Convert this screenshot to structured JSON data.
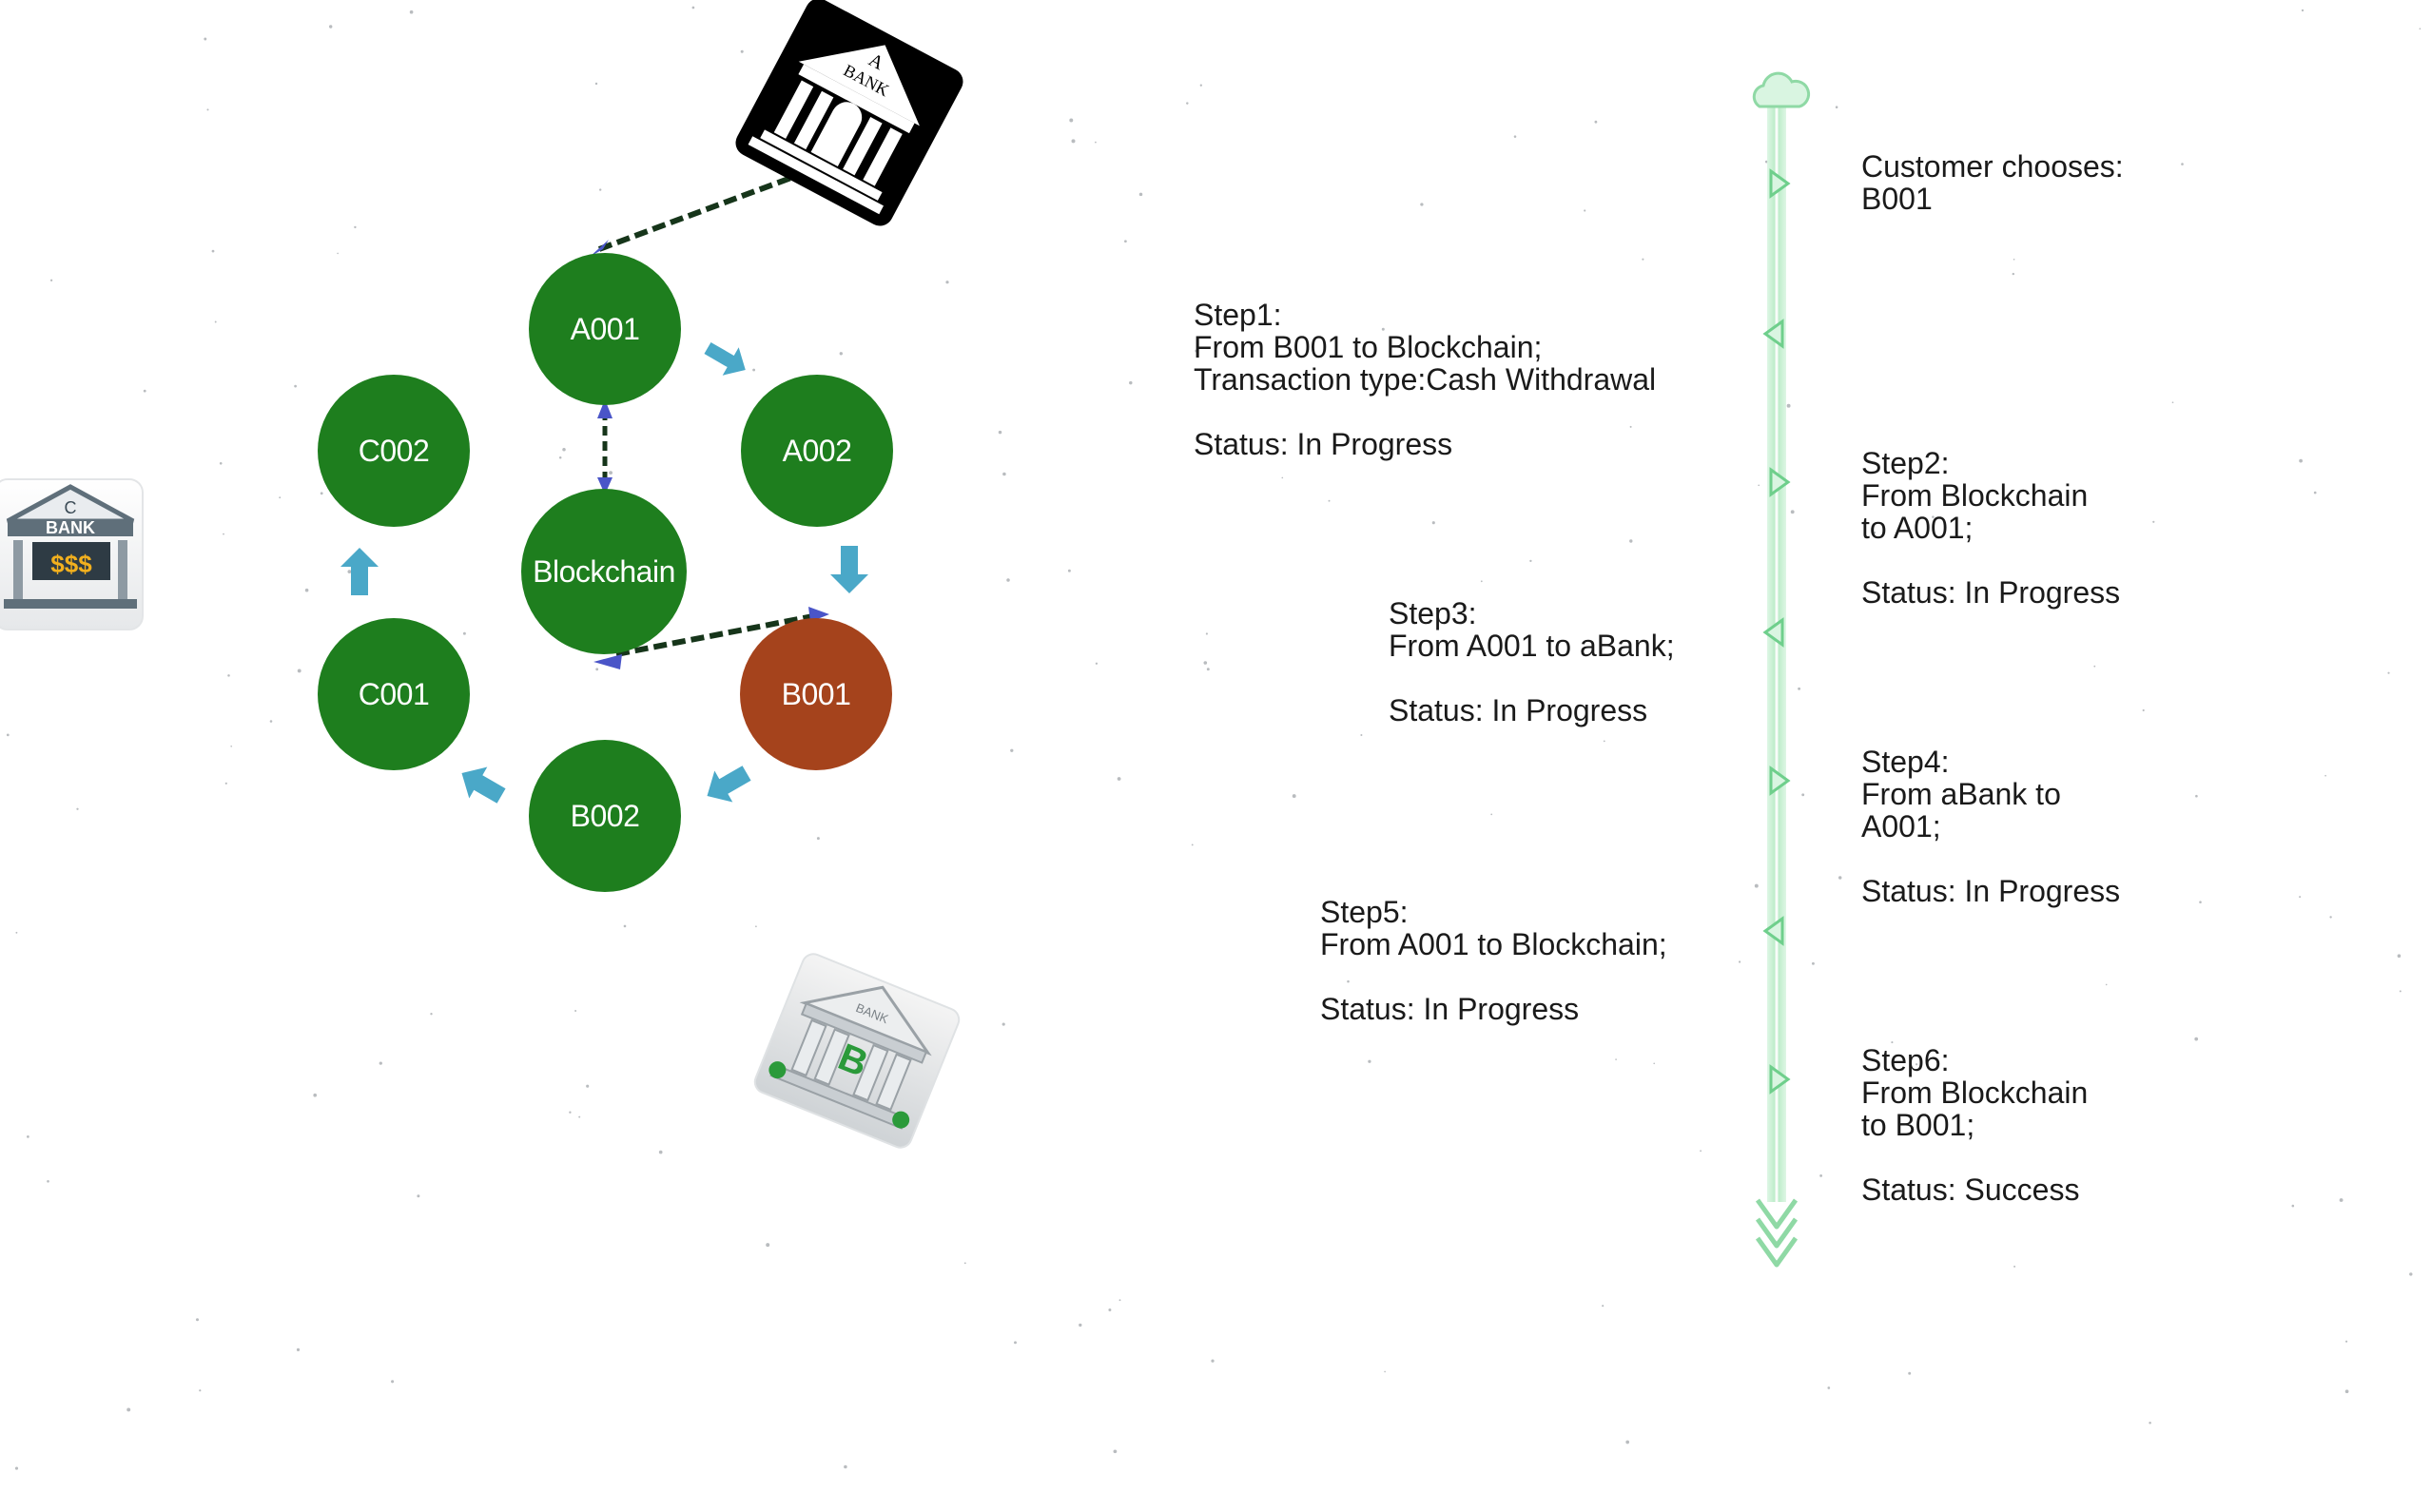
{
  "colors": {
    "node_green": "#1e7e1e",
    "node_active": "#a5431c",
    "arrow_blue": "#4aa8c8",
    "dash_line": "#16351a",
    "arrowhead": "#4a55c8",
    "timeline": "#a8e6b8"
  },
  "nodes": {
    "a001": "A001",
    "a002": "A002",
    "b001": "B001",
    "b002": "B002",
    "c001": "C001",
    "c002": "C002",
    "blockchain": "Blockchain"
  },
  "banks": {
    "a": {
      "letter": "A",
      "word": "BANK"
    },
    "b": {
      "letter": "B",
      "word": "BANK"
    },
    "c": {
      "letter": "C",
      "word": "BANK",
      "money": "$$$"
    }
  },
  "customer": {
    "line1": "Customer chooses:",
    "line2": "B001"
  },
  "steps": {
    "step1": {
      "title": "Step1:",
      "line1": "From B001 to Blockchain;",
      "line2": "Transaction type:Cash Withdrawal",
      "status": "Status: In Progress"
    },
    "step2": {
      "title": "Step2:",
      "line1": "From Blockchain",
      "line2": "to A001;",
      "status": "Status: In Progress"
    },
    "step3": {
      "title": "Step3:",
      "line1": "From A001 to aBank;",
      "status": "Status: In Progress"
    },
    "step4": {
      "title": "Step4:",
      "line1": "From aBank to",
      "line2": "A001;",
      "status": "Status: In Progress"
    },
    "step5": {
      "title": "Step5:",
      "line1": "From A001 to Blockchain;",
      "status": "Status: In Progress"
    },
    "step6": {
      "title": "Step6:",
      "line1": "From Blockchain",
      "line2": "to B001;",
      "status": "Status: Success"
    }
  }
}
